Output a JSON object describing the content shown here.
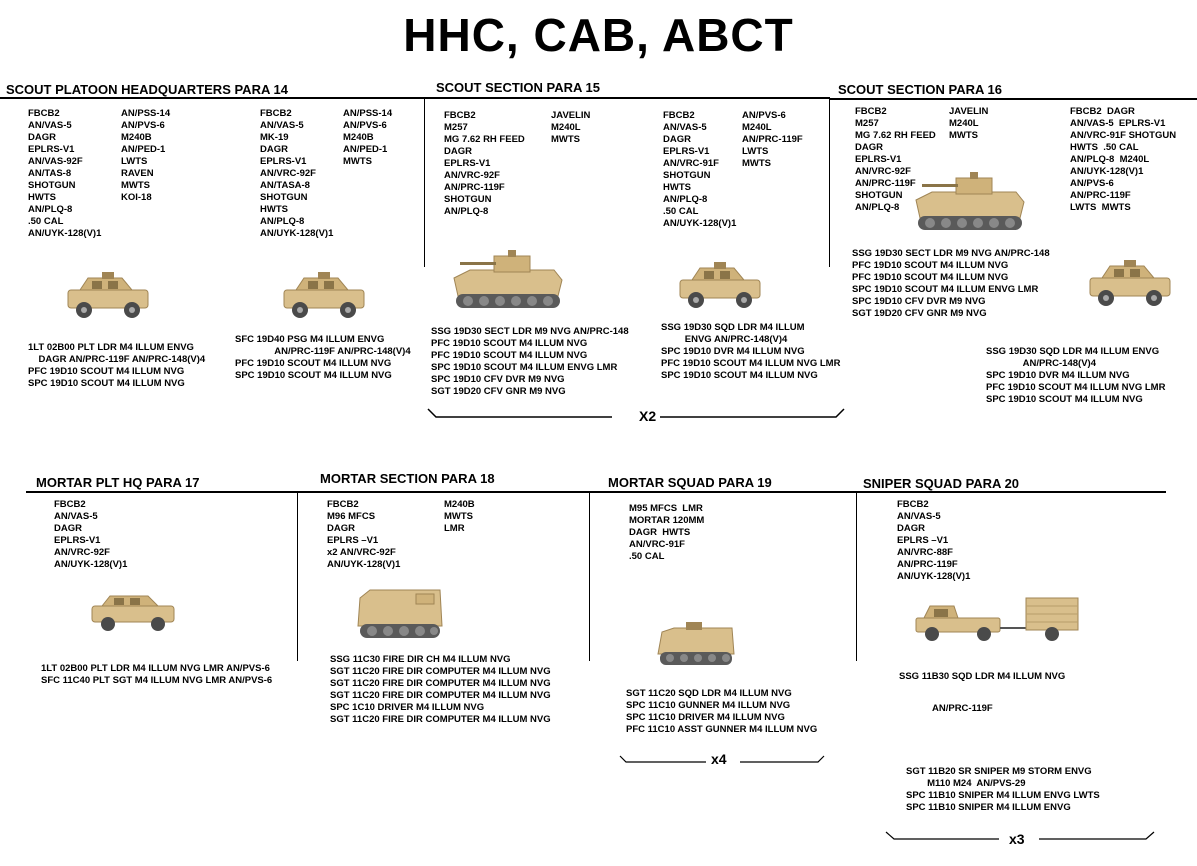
{
  "title": "HHC, CAB, ABCT",
  "sections": {
    "scout_plt_hq": {
      "title": "SCOUT PLATOON HEADQUARTERS  PARA 14",
      "eq_a1": "FBCB2\nAN/VAS-5\nDAGR\nEPLRS-V1\nAN/VAS-92F\nAN/TAS-8\nSHOTGUN\nHWTS\nAN/PLQ-8\n.50 CAL\nAN/UYK-128(V)1",
      "eq_a2": "AN/PSS-14\nAN/PVS-6\nM240B\nAN/PED-1\nLWTS\nRAVEN\nMWTS\nKOI-18",
      "eq_b1": "FBCB2\nAN/VAS-5\nMK-19\nDAGR\nEPLRS-V1\nAN/VRC-92F\nAN/TASA-8\nSHOTGUN\nHWTS\nAN/PLQ-8\nAN/UYK-128(V)1",
      "eq_b2": "AN/PSS-14\nAN/PVS-6\nM240B\nAN/PED-1\nMWTS",
      "pers_a": "1LT 02B00 PLT LDR M4 ILLUM ENVG\n    DAGR AN/PRC-119F AN/PRC-148(V)4\nPFC 19D10 SCOUT M4 ILLUM NVG\nSPC 19D10 SCOUT M4 ILLUM NVG",
      "pers_b": "SFC 19D40 PSG M4 ILLUM ENVG\n               AN/PRC-119F AN/PRC-148(V)4\nPFC 19D10 SCOUT M4 ILLUM NVG\nSPC 19D10 SCOUT M4 ILLUM NVG"
    },
    "scout_sec_15": {
      "title": "SCOUT SECTION  PARA 15",
      "eq_a1": "FBCB2\nM257\nMG 7.62 RH FEED\nDAGR\nEPLRS-V1\nAN/VRC-92F\nAN/PRC-119F\nSHOTGUN\nAN/PLQ-8",
      "eq_a2": "JAVELIN\nM240L\nMWTS",
      "eq_b1": "FBCB2\nAN/VAS-5\nDAGR\nEPLRS-V1\nAN/VRC-91F\nSHOTGUN\nHWTS\nAN/PLQ-8\n.50 CAL\nAN/UYK-128(V)1",
      "eq_b2": "AN/PVS-6\nM240L\nAN/PRC-119F\nLWTS\nMWTS",
      "pers_a": "SSG 19D30 SECT LDR M9 NVG AN/PRC-148\nPFC 19D10 SCOUT M4 ILLUM NVG\nPFC 19D10 SCOUT M4 ILLUM NVG\nSPC 19D10 SCOUT M4 ILLUM ENVG LMR\nSPC 19D10 CFV DVR M9 NVG\nSGT 19D20 CFV GNR M9 NVG",
      "pers_b": "SSG 19D30 SQD LDR M4 ILLUM\n         ENVG AN/PRC-148(V)4\nSPC 19D10 DVR M4 ILLUM NVG\nPFC 19D10 SCOUT M4 ILLUM NVG LMR\nSPC 19D10 SCOUT M4 ILLUM NVG",
      "mult": "X2"
    },
    "scout_sec_16": {
      "title": "SCOUT SECTION  PARA 16",
      "eq_a1": "FBCB2\nM257\nMG 7.62 RH FEED\nDAGR\nEPLRS-V1\nAN/VRC-92F\nAN/PRC-119F\nSHOTGUN\nAN/PLQ-8",
      "eq_a2": "JAVELIN\nM240L\nMWTS",
      "eq_b1": "FBCB2  DAGR\nAN/VAS-5  EPLRS-V1\nAN/VRC-91F SHOTGUN\nHWTS  .50 CAL\nAN/PLQ-8  M240L\nAN/UYK-128(V)1\nAN/PVS-6\nAN/PRC-119F\nLWTS  MWTS",
      "pers_a": "SSG 19D30 SECT LDR M9 NVG AN/PRC-148\nPFC 19D10 SCOUT M4 ILLUM NVG\nPFC 19D10 SCOUT M4 ILLUM NVG\nSPC 19D10 SCOUT M4 ILLUM ENVG LMR\nSPC 19D10 CFV DVR M9 NVG\nSGT 19D20 CFV GNR M9 NVG",
      "pers_b": "SSG 19D30 SQD LDR M4 ILLUM ENVG\n              AN/PRC-148(V)4\nSPC 19D10 DVR M4 ILLUM NVG\nPFC 19D10 SCOUT M4 ILLUM NVG LMR\nSPC 19D10 SCOUT M4 ILLUM NVG"
    },
    "mortar_plt_hq": {
      "title": "MORTAR PLT HQ  PARA 17",
      "eq": "FBCB2\nAN/VAS-5\nDAGR\nEPLRS-V1\nAN/VRC-92F\nAN/UYK-128(V)1",
      "pers": "1LT 02B00 PLT LDR M4 ILLUM NVG LMR AN/PVS-6\nSFC 11C40 PLT SGT M4 ILLUM NVG LMR AN/PVS-6"
    },
    "mortar_sec": {
      "title": "MORTAR SECTION  PARA 18",
      "eq1": "FBCB2\nM96 MFCS\nDAGR\nEPLRS –V1\nx2 AN/VRC-92F\nAN/UYK-128(V)1",
      "eq2": "M240B\nMWTS\nLMR",
      "pers": "SSG 11C30 FIRE DIR CH M4 ILLUM NVG\nSGT 11C20 FIRE DIR COMPUTER M4 ILLUM NVG\nSGT 11C20 FIRE DIR COMPUTER M4 ILLUM NVG\nSGT 11C20 FIRE DIR COMPUTER M4 ILLUM NVG\nSPC 1C10 DRIVER M4 ILLUM NVG\nSGT 11C20 FIRE DIR COMPUTER M4 ILLUM NVG"
    },
    "mortar_sqd": {
      "title": "MORTAR SQUAD  PARA 19",
      "eq": "M95 MFCS  LMR\nMORTAR 120MM\nDAGR  HWTS\nAN/VRC-91F\n.50 CAL",
      "pers": "SGT 11C20 SQD LDR M4 ILLUM NVG\nSPC 11C10 GUNNER M4 ILLUM NVG\nSPC 11C10 DRIVER M4 ILLUM NVG\nPFC 11C10 ASST GUNNER M4 ILLUM NVG",
      "mult": "x4"
    },
    "sniper_sqd": {
      "title": "SNIPER SQUAD  PARA 20",
      "eq": "FBCB2\nAN/VAS-5\nDAGR\nEPLRS –V1\nAN/VRC-88F\nAN/PRC-119F\nAN/UYK-128(V)1",
      "pers_a": "SSG 11B30 SQD LDR M4 ILLUM NVG",
      "radio": "AN/PRC-119F",
      "pers_b": "SGT 11B20 SR SNIPER M9 STORM ENVG\n        M110 M24  AN/PVS-29\nSPC 11B10 SNIPER M4 ILLUM ENVG LWTS\nSPC 11B10 SNIPER M4 ILLUM ENVG",
      "mult": "x3"
    }
  },
  "vehicles": {
    "humvee": "humvee-icon",
    "bradley": "bradley-cfv-icon",
    "mortar_carrier": "m1064-mortar-carrier-icon",
    "truck_trailer": "truck-with-trailer-icon"
  },
  "colors": {
    "vehicle": "#d9bf8c",
    "vehicle_dark": "#a08555",
    "line": "#000000"
  }
}
